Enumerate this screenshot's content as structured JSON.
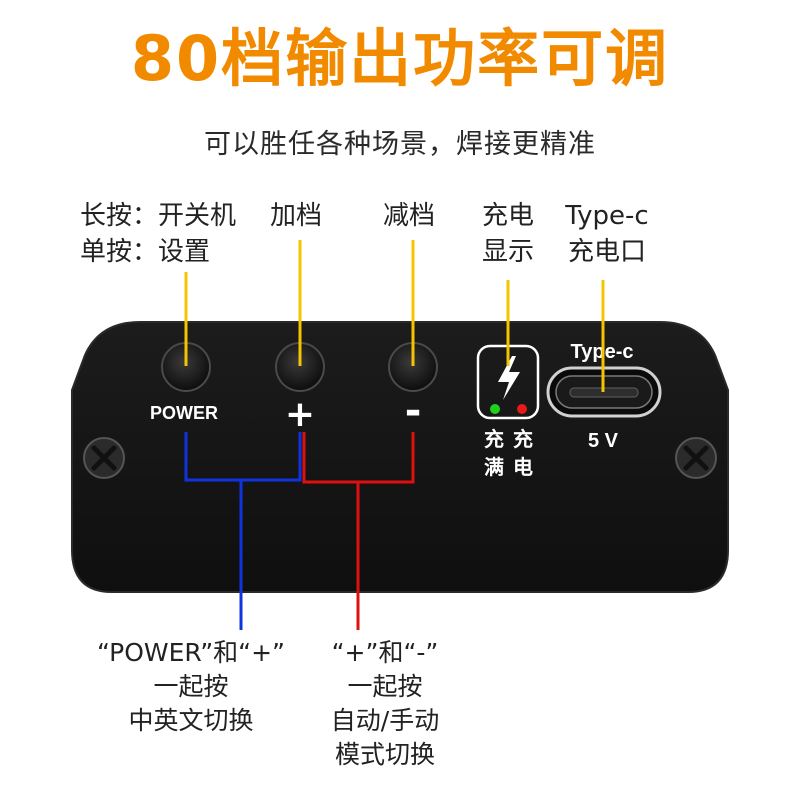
{
  "header": {
    "title": "80档输出功率可调",
    "subtitle": "可以胜任各种场景，焊接更精准"
  },
  "labels": {
    "power_line1": "长按：开关机",
    "power_line2": "单按：设置",
    "plus": "加档",
    "minus": "减档",
    "charge_line1": "充电",
    "charge_line2": "显示",
    "typec_line1": "Type-c",
    "typec_line2": "充电口"
  },
  "device": {
    "power_button_label": "POWER",
    "plus_symbol": "+",
    "minus_symbol": "-",
    "full_char1": "充",
    "full_char2": "满",
    "charging_char1": "充",
    "charging_char2": "电",
    "port_label": "Type-c",
    "voltage": "5 V"
  },
  "bottom": {
    "left_line1": "“POWER”和“+”",
    "left_line2": "一起按",
    "left_line3": "中英文切换",
    "right_line1": "“+”和“-”",
    "right_line2": "一起按",
    "right_line3": "自动/手动",
    "right_line4": "模式切换"
  },
  "colors": {
    "title": "#f28a00",
    "callout_line": "#f5c400",
    "blue_line": "#1033e0",
    "red_line": "#e01010",
    "panel": "#141414",
    "led_green": "#1fd01f",
    "led_red": "#e81a1a"
  }
}
